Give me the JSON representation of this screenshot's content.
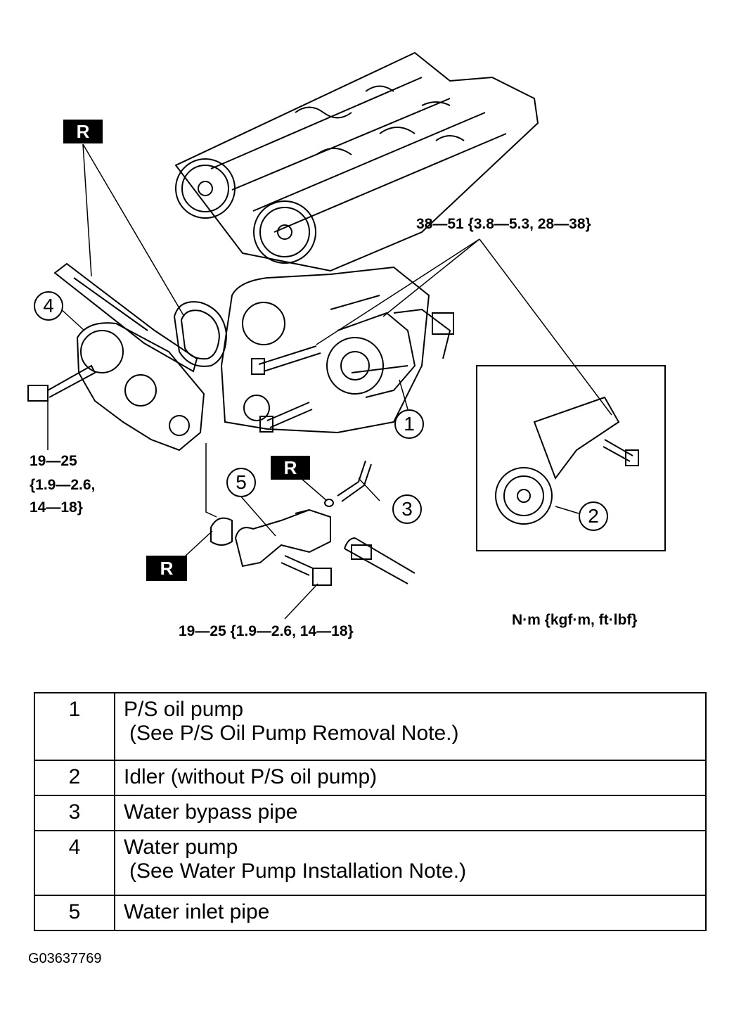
{
  "torque_labels": {
    "ps_pump_bolts": "38—51 {3.8—5.3, 28—38}",
    "water_pump_bolt_line1": "19—25",
    "water_pump_bolt_line2": "{1.9—2.6,",
    "water_pump_bolt_line3": "14—18}",
    "inlet_pipe_bolt": "19—25 {1.9—2.6, 14—18}",
    "units": "N·m {kgf·m, ft·lbf}"
  },
  "replace_badge": "R",
  "callouts": [
    "1",
    "2",
    "3",
    "4",
    "5"
  ],
  "parts": [
    {
      "num": "1",
      "name": "P/S oil pump",
      "note": "(See P/S Oil Pump Removal Note.)"
    },
    {
      "num": "2",
      "name": "Idler (without P/S oil pump)",
      "note": ""
    },
    {
      "num": "3",
      "name": "Water bypass pipe",
      "note": ""
    },
    {
      "num": "4",
      "name": "Water pump",
      "note": "(See Water Pump Installation Note.)"
    },
    {
      "num": "5",
      "name": "Water inlet pipe",
      "note": ""
    }
  ],
  "figure_id": "G03637769"
}
